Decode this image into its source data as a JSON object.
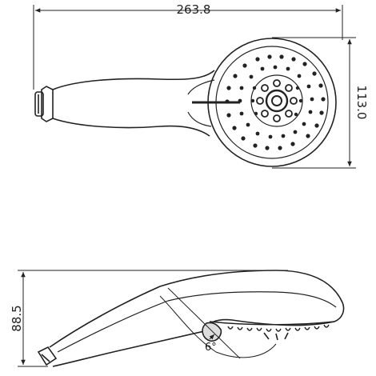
{
  "drawing": {
    "top_view": {
      "width_dimension": "263.8",
      "height_dimension": "113.0"
    },
    "side_view": {
      "height_dimension": "88.5",
      "angle_label": "6°"
    }
  }
}
